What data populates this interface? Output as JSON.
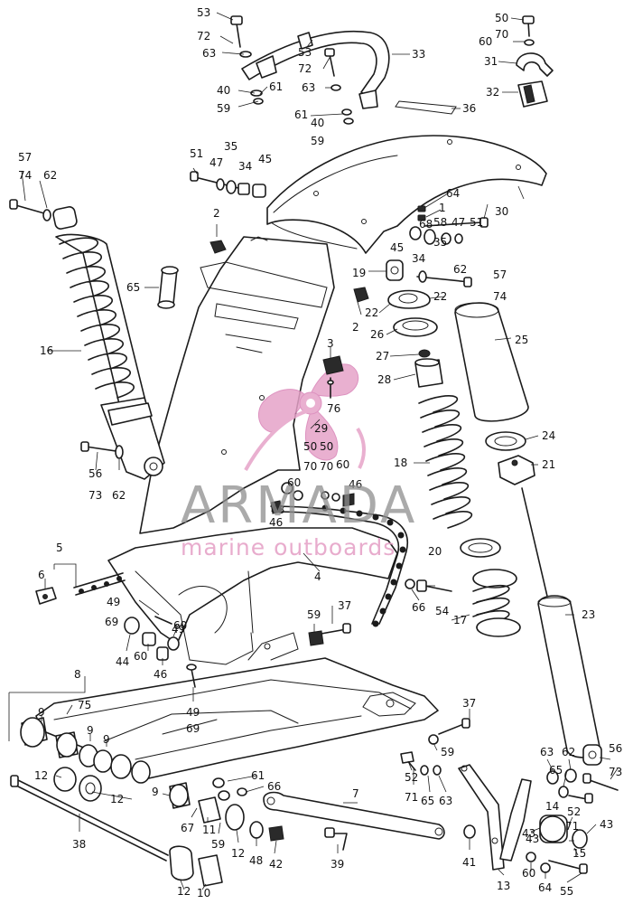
{
  "diagram": {
    "callouts": [
      "53",
      "72",
      "63",
      "40",
      "59",
      "61",
      "53",
      "72",
      "63",
      "61",
      "40",
      "59",
      "33",
      "50",
      "70",
      "60",
      "31",
      "32",
      "36",
      "51",
      "47",
      "35",
      "34",
      "45",
      "30",
      "64",
      "1",
      "58",
      "47",
      "51",
      "68",
      "45",
      "34",
      "35",
      "62",
      "57",
      "74",
      "19",
      "22",
      "22",
      "2",
      "57",
      "74",
      "62",
      "2",
      "65",
      "26",
      "25",
      "27",
      "28",
      "3",
      "76",
      "29",
      "50",
      "50",
      "70",
      "70",
      "60",
      "60",
      "46",
      "16",
      "24",
      "21",
      "18",
      "56",
      "73",
      "62",
      "48",
      "46",
      "5",
      "6",
      "4",
      "20",
      "49",
      "49",
      "69",
      "60",
      "44",
      "46",
      "60",
      "37",
      "59",
      "66",
      "54",
      "17",
      "23",
      "8",
      "9",
      "75",
      "49",
      "69",
      "37",
      "9",
      "9",
      "59",
      "63",
      "62",
      "56",
      "52",
      "71",
      "65",
      "63",
      "65",
      "73",
      "7",
      "12",
      "12",
      "9",
      "61",
      "66",
      "67",
      "11",
      "59",
      "12",
      "48",
      "42",
      "43",
      "14",
      "52",
      "71",
      "43",
      "15",
      "38",
      "39",
      "41",
      "43",
      "60",
      "64",
      "13",
      "55",
      "12",
      "10"
    ]
  },
  "watermark": {
    "brand": "ARMADA",
    "tagline": "marine outboards",
    "brand_color": "#8e8e8e",
    "logo_color": "#e6a3c8"
  }
}
